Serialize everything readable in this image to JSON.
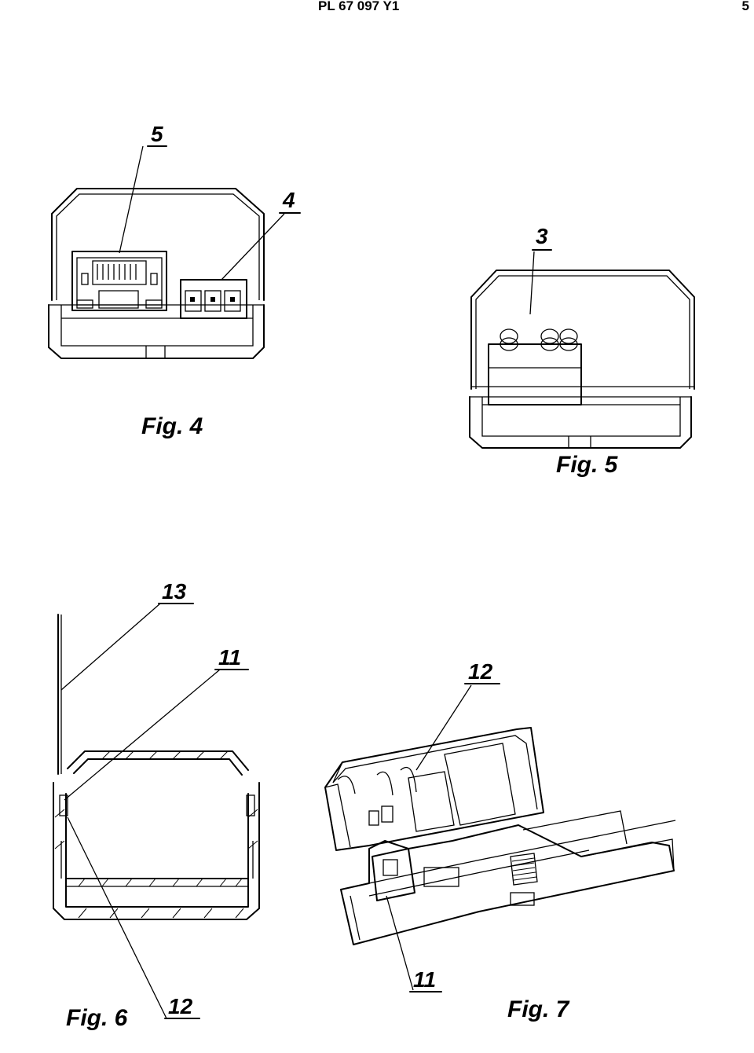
{
  "header": {
    "publication_number": "PL 67 097 Y1",
    "page_number": "5"
  },
  "figures": [
    {
      "caption": "Fig. 4",
      "reference_numerals": [
        "5",
        "4"
      ]
    },
    {
      "caption": "Fig. 5",
      "reference_numerals": [
        "3"
      ]
    },
    {
      "caption": "Fig. 6",
      "reference_numerals": [
        "13",
        "11",
        "12"
      ]
    },
    {
      "caption": "Fig. 7",
      "reference_numerals": [
        "12",
        "11"
      ]
    }
  ]
}
